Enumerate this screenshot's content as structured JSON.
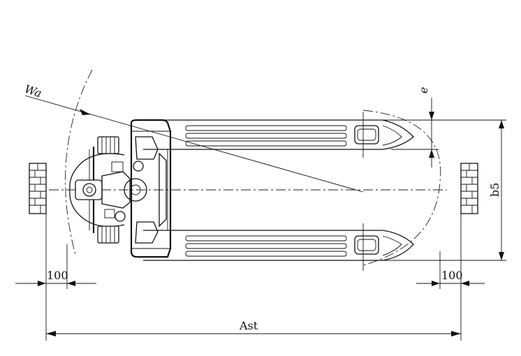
{
  "labels": {
    "wa": "Wa",
    "e": "e",
    "b5": "b5",
    "dim_left": "100",
    "dim_right": "100",
    "ast": "Ast"
  },
  "colors": {
    "line": "#111111",
    "background": "#ffffff"
  }
}
